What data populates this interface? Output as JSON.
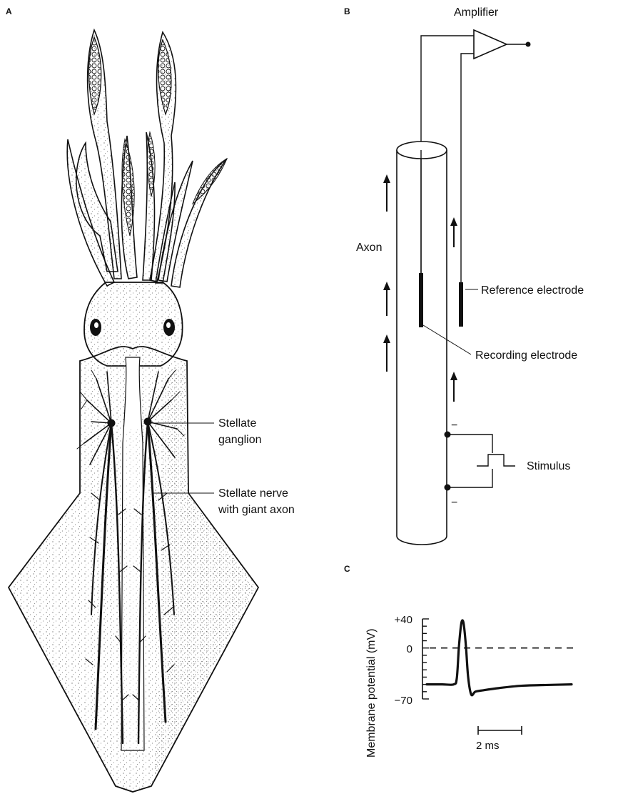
{
  "panels": {
    "a": {
      "letter": "A",
      "labels": {
        "stellate_ganglion_1": "Stellate",
        "stellate_ganglion_2": "ganglion",
        "stellate_nerve_1": "Stellate nerve",
        "stellate_nerve_2": "with giant axon"
      }
    },
    "b": {
      "letter": "B",
      "labels": {
        "amplifier": "Amplifier",
        "axon": "Axon",
        "reference_electrode": "Reference electrode",
        "recording_electrode": "Recording electrode",
        "stimulus": "Stimulus",
        "minus_top": "−",
        "minus_bottom": "−"
      }
    },
    "c": {
      "letter": "C",
      "ylabel": "Membrane potential (mV)",
      "ticks": {
        "top": "+40",
        "zero": "0",
        "bottom": "−70"
      },
      "scale_bar": "2 ms"
    }
  },
  "chart_data": {
    "type": "line",
    "ylabel": "Membrane potential (mV)",
    "ylim": [
      -70,
      40
    ],
    "yticks": [
      "+40",
      "0",
      "−70"
    ],
    "scale_bar": "2 ms",
    "series": [
      {
        "x": [
          0,
          1.5,
          2.6,
          2.9,
          3.1,
          3.3,
          3.45,
          3.6,
          3.8,
          4.0,
          4.3,
          4.7,
          5.5,
          7.0,
          9.0,
          11.0,
          14.0
        ],
        "values": [
          -50,
          -50,
          -50,
          -42,
          0,
          30,
          38,
          30,
          0,
          -40,
          -64,
          -60,
          -58,
          -55,
          -52,
          -51,
          -50
        ]
      }
    ],
    "reference_lines": [
      {
        "y": 0,
        "style": "dashed"
      }
    ]
  },
  "colors": {
    "ink": "#111111",
    "background": "#ffffff"
  }
}
